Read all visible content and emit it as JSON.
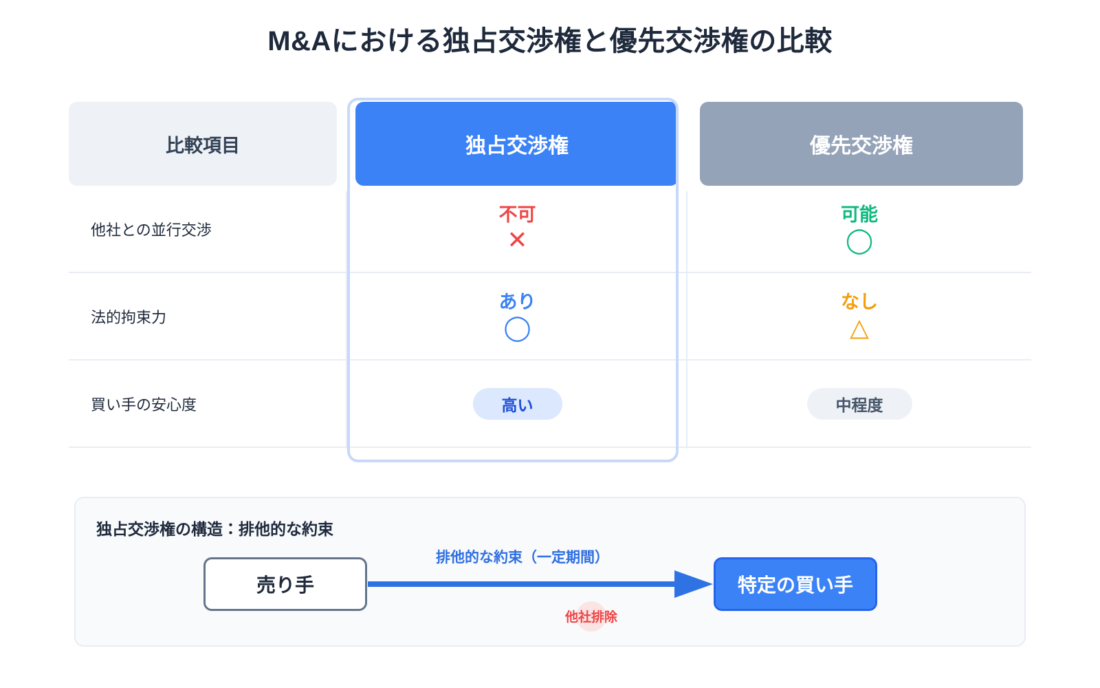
{
  "title": "M&Aにおける独占交渉権と優先交渉権の比較",
  "table": {
    "headers": {
      "item": "比較項目",
      "column_a": "独占交渉権",
      "column_b": "優先交渉権"
    },
    "rows": [
      {
        "label": "他社との並行交渉",
        "a": {
          "text": "不可",
          "mark": "✕",
          "text_color": "#ef4444",
          "mark_color": "#ef4444",
          "kind": "mark"
        },
        "b": {
          "text": "可能",
          "mark": "◯",
          "text_color": "#10b981",
          "mark_color": "#10b981",
          "kind": "mark"
        }
      },
      {
        "label": "法的拘束力",
        "a": {
          "text": "あり",
          "mark": "◯",
          "text_color": "#3b82f6",
          "mark_color": "#3b82f6",
          "kind": "mark"
        },
        "b": {
          "text": "なし",
          "mark": "△",
          "text_color": "#f59e0b",
          "mark_color": "#f59e0b",
          "kind": "mark"
        }
      },
      {
        "label": "買い手の安心度",
        "a": {
          "text": "高い",
          "kind": "pill",
          "pill_style": "strong"
        },
        "b": {
          "text": "中程度",
          "kind": "pill",
          "pill_style": "muted"
        }
      }
    ]
  },
  "diagram": {
    "panel_title": "独占交渉権の構造：排他的な約束",
    "seller_label": "売り手",
    "buyer_label": "特定の買い手",
    "arrow_label": "排他的な約束（一定期間）",
    "exclude_label": "他社排除"
  },
  "colors": {
    "accent_blue": "#3b82f6",
    "muted_gray": "#94a3b8",
    "highlight_ring": "#c7d9f9",
    "danger_red": "#ef4444",
    "success_green": "#10b981",
    "warning_orange": "#f59e0b"
  }
}
